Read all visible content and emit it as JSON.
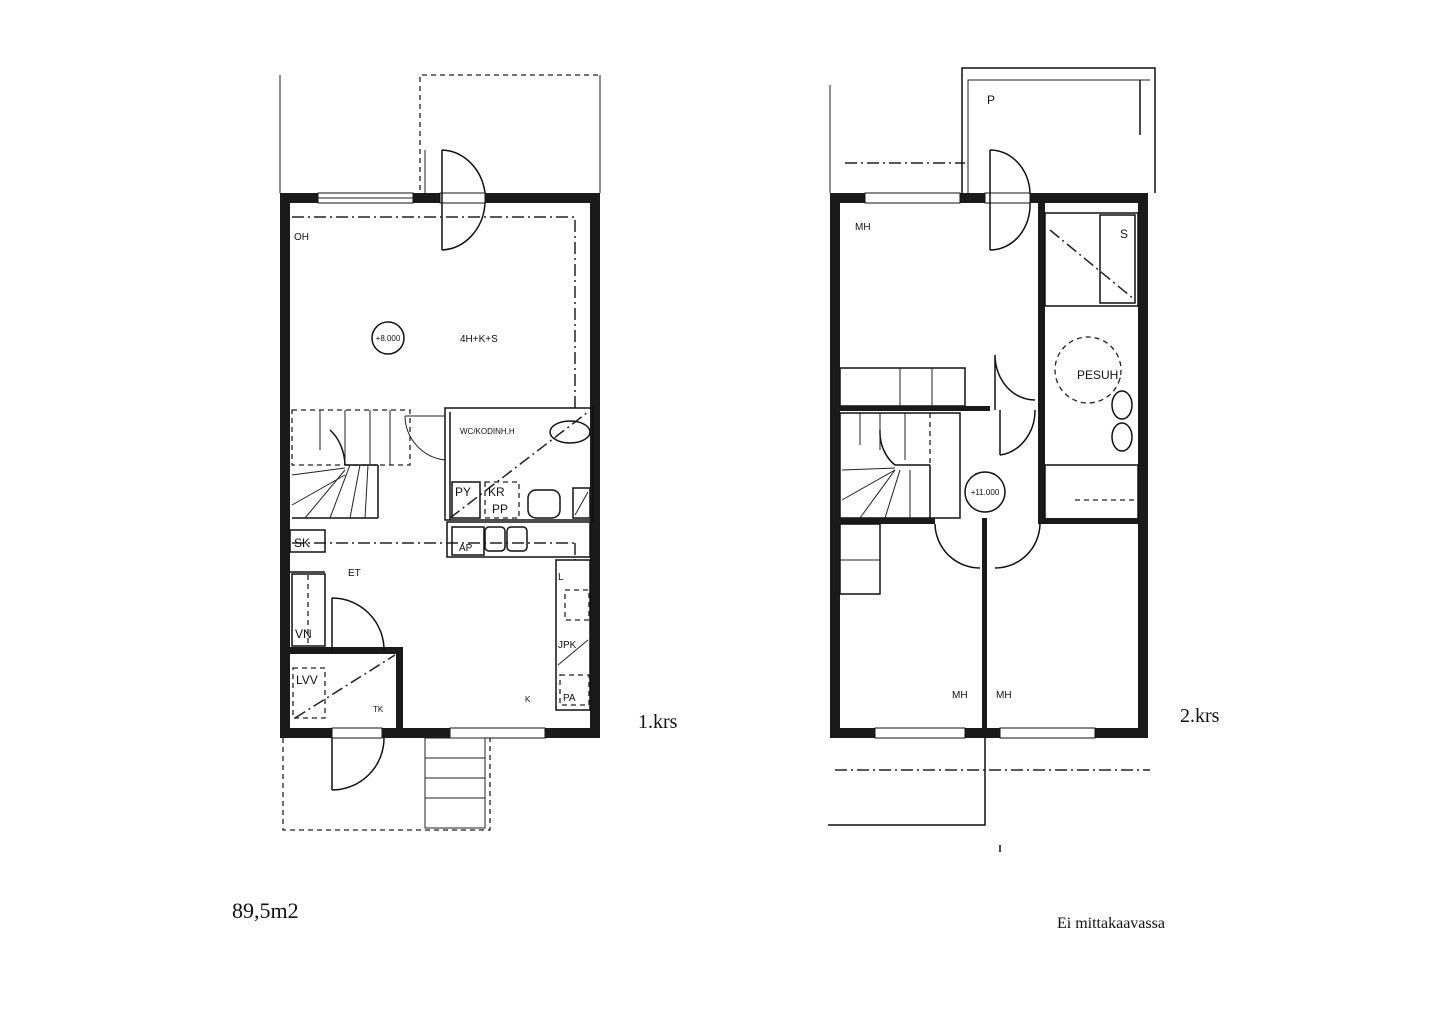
{
  "plan": {
    "floor1": {
      "title": "1.krs",
      "level": "+8.000",
      "apartment_type": "4H+K+S",
      "rooms": {
        "oh": "OH",
        "wc": "WC/KODINH.H",
        "py": "PY",
        "kr": "KR",
        "pp": "PP",
        "ap": "AP",
        "sk": "SK",
        "et": "ET",
        "vn": "VN",
        "lvv": "LVV",
        "tk": "TK",
        "k": "K",
        "l": "L",
        "jpk": "JPK",
        "pa": "PA"
      }
    },
    "floor2": {
      "title": "2.krs",
      "level": "+11.000",
      "rooms": {
        "p": "P",
        "mh1": "MH",
        "s": "S",
        "pesuh": "PESUH.",
        "mh2": "MH",
        "mh3": "MH"
      }
    },
    "area": "89,5m2",
    "scale_note": "Ei mittakaavassa"
  }
}
